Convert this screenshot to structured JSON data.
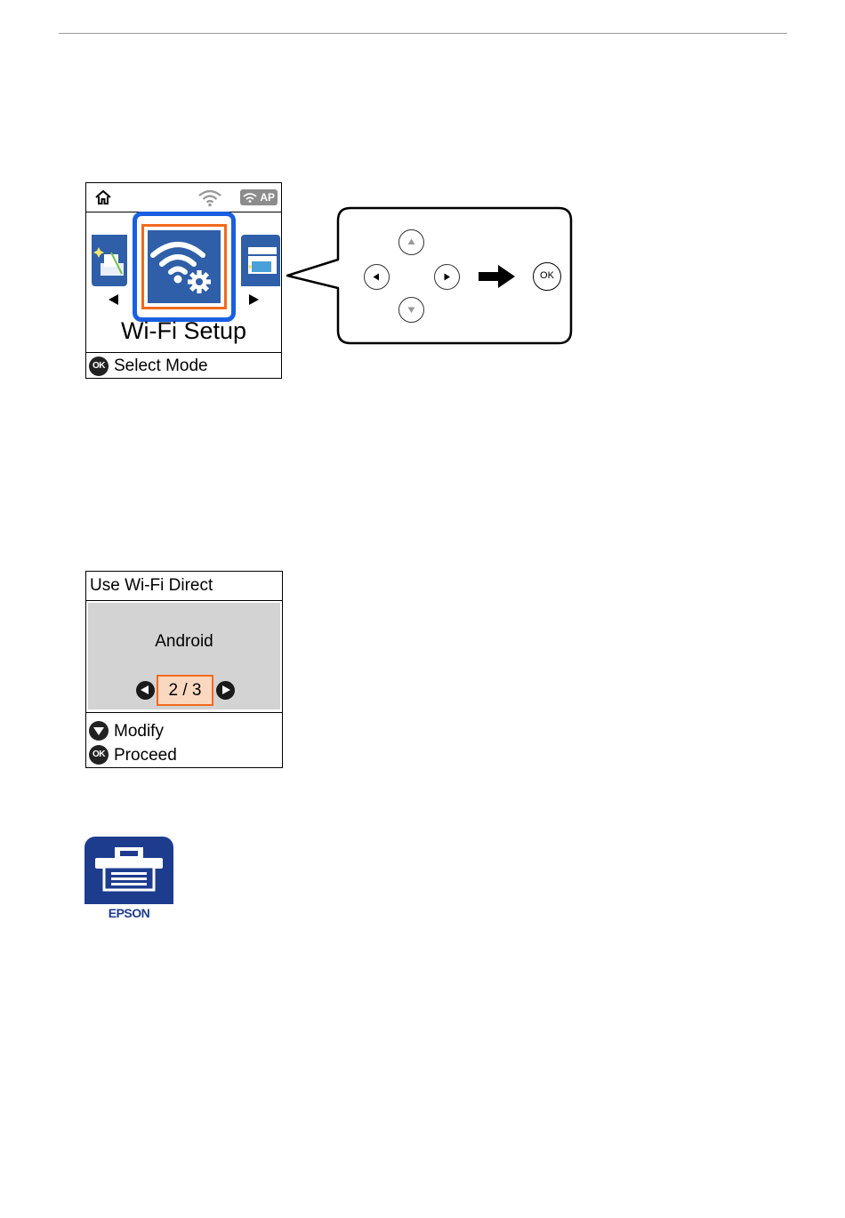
{
  "screen_wifi": {
    "ap_badge": "AP",
    "title": "Wi-Fi Setup",
    "footer_ok": "OK",
    "footer_label": "Select Mode"
  },
  "controls": {
    "ok_label": "OK"
  },
  "screen_direct": {
    "header": "Use Wi-Fi Direct",
    "option": "Android",
    "page_indicator": "2 / 3",
    "footer_rows": [
      {
        "icon": "down-arrow-icon",
        "label": "Modify"
      },
      {
        "icon": "ok-icon",
        "ok": "OK",
        "label": "Proceed"
      }
    ]
  },
  "app_icon": {
    "brand": "EPSON"
  },
  "colors": {
    "focus_blue": "#1a5fe0",
    "focus_orange": "#f26a1b",
    "tile_blue": "#2f5fa8",
    "epson_blue": "#1e3c8e",
    "panel_gray": "#d3d3d3"
  }
}
